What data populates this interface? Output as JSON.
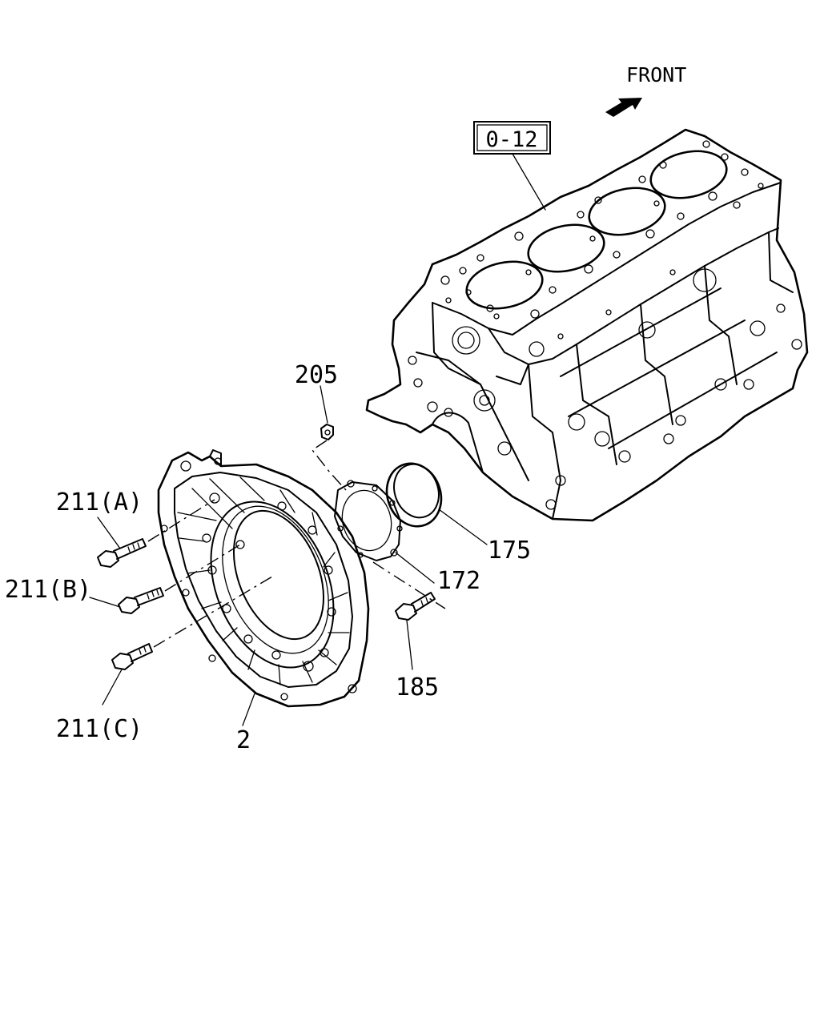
{
  "direction_label": "FRONT",
  "reference_box": "0-12",
  "callouts": [
    {
      "id": "205",
      "text": "205"
    },
    {
      "id": "211a",
      "text": "211(A)"
    },
    {
      "id": "211b",
      "text": "211(B)"
    },
    {
      "id": "211c",
      "text": "211(C)"
    },
    {
      "id": "175",
      "text": "175"
    },
    {
      "id": "172",
      "text": "172"
    },
    {
      "id": "185",
      "text": "185"
    },
    {
      "id": "2",
      "text": "2"
    }
  ]
}
